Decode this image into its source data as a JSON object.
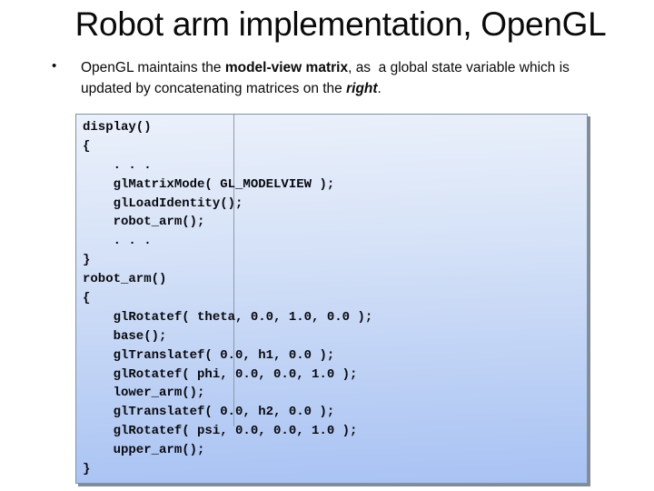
{
  "slide": {
    "title": "Robot arm implementation, OpenGL",
    "bullet": {
      "marker": "•",
      "segments": [
        {
          "style": "normal",
          "text": "OpenGL maintains the "
        },
        {
          "style": "bold",
          "text": "model-view matrix"
        },
        {
          "style": "normal",
          "text": ", as  a global state variable which is"
        },
        {
          "style": "break",
          "text": ""
        },
        {
          "style": "normal",
          "text": "updated by concatenating matrices on the "
        },
        {
          "style": "bold-italic",
          "text": "right"
        },
        {
          "style": "normal",
          "text": "."
        }
      ]
    },
    "code_block": {
      "lines": [
        "display()",
        "{",
        "    . . .",
        "    glMatrixMode( GL_MODELVIEW );",
        "    glLoadIdentity();",
        "    robot_arm();",
        "    . . .",
        "}",
        "robot_arm()",
        "{",
        "    glRotatef( theta, 0.0, 1.0, 0.0 );",
        "    base();",
        "    glTranslatef( 0.0, h1, 0.0 );",
        "    glRotatef( phi, 0.0, 0.0, 1.0 );",
        "    lower_arm();",
        "    glTranslatef( 0.0, h2, 0.0 );",
        "    glRotatef( psi, 0.0, 0.0, 1.0 );",
        "    upper_arm();",
        "}"
      ]
    },
    "colors": {
      "code_box_gradient_top": "#ebf1fb",
      "code_box_gradient_bottom": "#a8c2f3",
      "code_box_border": "#7e93a6",
      "code_box_shadow": "#838b97",
      "column_divider": "#8e9aaa",
      "code_text": "#08080f",
      "body_text": "#0a0a0a",
      "slide_background": "#ffffff"
    }
  }
}
